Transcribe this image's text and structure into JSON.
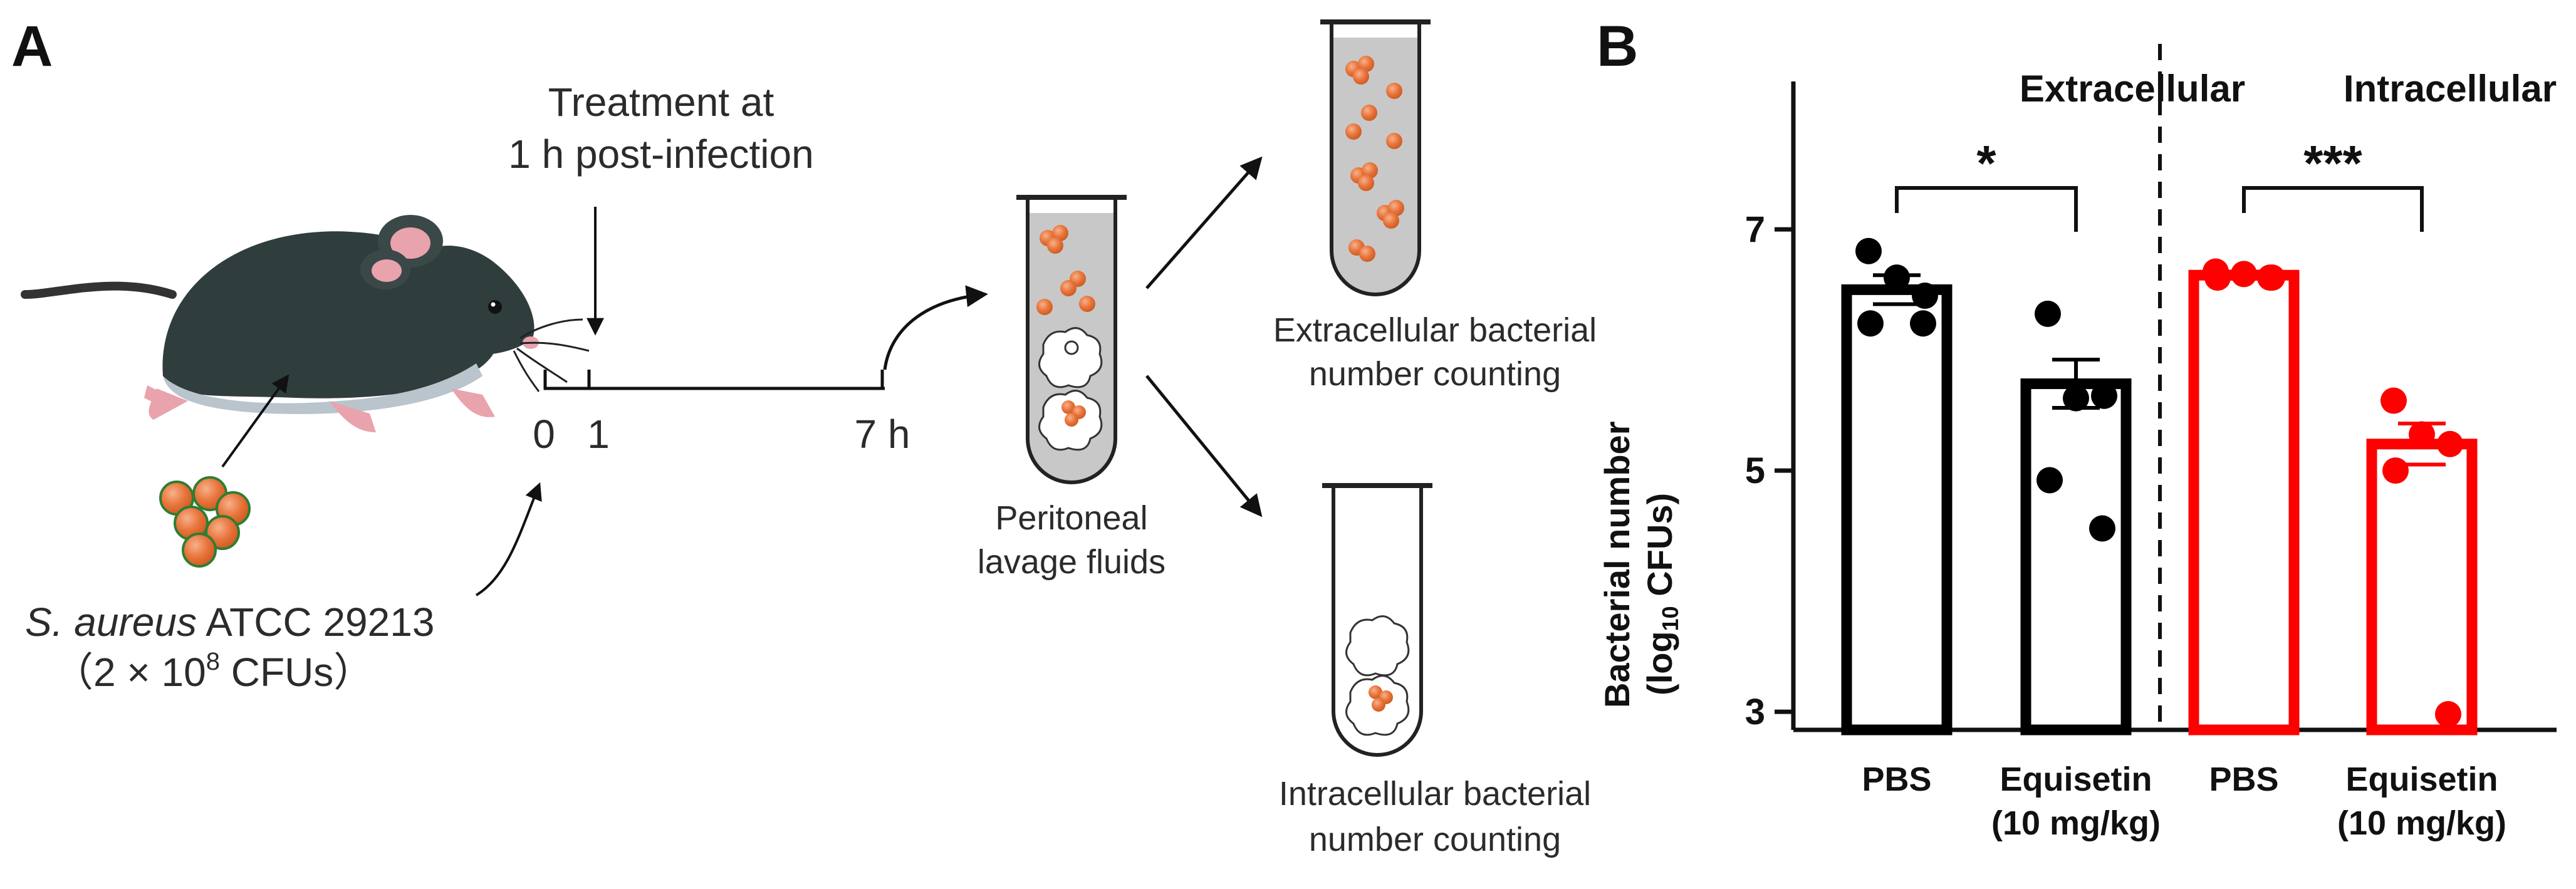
{
  "panel_a": {
    "label": "A",
    "treatment_line1": "Treatment at",
    "treatment_line2": "1 h post-infection",
    "timeline_ticks": [
      "0",
      "1",
      "7 h"
    ],
    "strain_italic": "S. aureus",
    "strain_rest": " ATCC 29213",
    "dose_prefix": "（2 × 10",
    "dose_exponent": "8",
    "dose_suffix": " CFUs）",
    "lavage_line1": "Peritoneal",
    "lavage_line2": "lavage fluids",
    "extracellular_line1": "Extracellular bacterial",
    "extracellular_line2": "number counting",
    "intracellular_line1": "Intracellular bacterial",
    "intracellular_line2": "number counting"
  },
  "panel_b": {
    "label": "B",
    "ylabel_line1": "Bacterial number",
    "ylabel_line2_prefix": "(log",
    "ylabel_line2_sub": "10",
    "ylabel_line2_suffix": " CFUs)"
  },
  "chart_data": {
    "type": "bar",
    "groups": [
      "Extracellular",
      "Intracellular"
    ],
    "categories": [
      "PBS",
      "Equisetin\n(10 mg/kg)",
      "PBS",
      "Equisetin\n(10 mg/kg)"
    ],
    "category_lines": [
      [
        "PBS"
      ],
      [
        "Equisetin",
        "(10 mg/kg)"
      ],
      [
        "PBS"
      ],
      [
        "Equisetin",
        "(10 mg/kg)"
      ]
    ],
    "values": [
      6.5,
      5.72,
      6.62,
      5.22
    ],
    "sem": [
      0.12,
      0.2,
      0.03,
      0.17
    ],
    "points": [
      [
        6.82,
        6.6,
        6.45,
        6.22,
        6.22
      ],
      [
        6.3,
        5.6,
        5.62,
        4.92,
        4.52
      ],
      [
        6.65,
        6.63,
        6.6,
        6.6,
        6.6
      ],
      [
        5.58,
        5.3,
        5.22,
        5.0,
        2.98
      ]
    ],
    "colors": [
      "#000000",
      "#000000",
      "#ff0000",
      "#ff0000"
    ],
    "significance": [
      "*",
      "***"
    ],
    "yticks": [
      3,
      5,
      7
    ],
    "ylim": [
      2.85,
      8.2
    ]
  }
}
